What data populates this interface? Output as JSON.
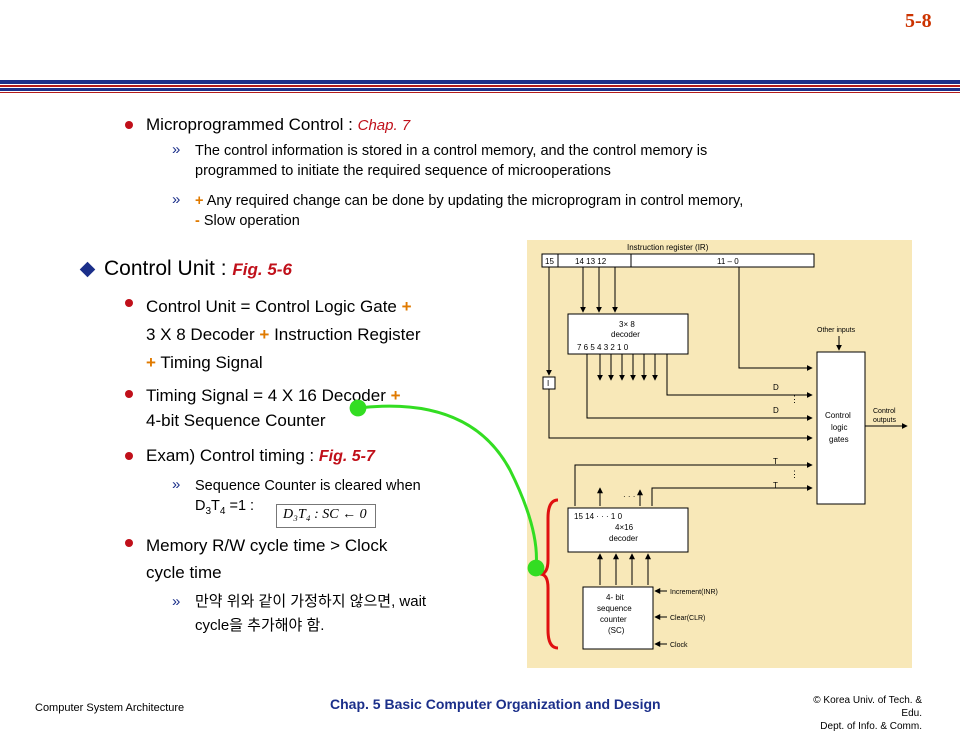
{
  "header": {
    "slide_number": "5-8"
  },
  "micro": {
    "title": "Microprogrammed Control : ",
    "ref": "Chap. 7",
    "b1_l1": "The control information is stored in a control memory, and the control memory is",
    "b1_l2": "programmed to initiate the required sequence of microoperations",
    "b2_plus": "+",
    "b2_l1": " Any required change can be done by updating the microprogram in control memory,",
    "b2_minus": "-",
    "b2_l2": " Slow operation"
  },
  "cu": {
    "title": "Control Unit : ",
    "ref": "Fig. 5-6",
    "i1_l1a": "Control Unit  =  Control Logic Gate ",
    "plus": "+",
    "i1_l2a": "3 X 8 Decoder  ",
    "i1_l2b": " Instruction Register",
    "i1_l3b": " Timing Signal",
    "i2_l1a": "Timing Signal  =  4 X 16  Decoder ",
    "i2_l2": "4-bit Sequence Counter",
    "i3_a": "Exam) Control timing : ",
    "i3_ref": "Fig. 5-7",
    "i3_sub_l1": "Sequence Counter is cleared when",
    "i3_sub_d": "D",
    "i3_sub_d_sub": "3",
    "i3_sub_t": "T",
    "i3_sub_t_sub": "4",
    "i3_sub_rest": " =1 :",
    "formula": "D₃T₄ : SC ← 0",
    "i4_l1": "Memory R/W cycle time > Clock",
    "i4_l2": "cycle time",
    "i4_sub_l1": "만약 위와 같이 가정하지 않으면, wait",
    "i4_sub_l2": "cycle을 추가해야 함."
  },
  "figure": {
    "ir_title": "Instruction register (IR)",
    "ir_15": "15",
    "ir_14_13_12": "14   13   12",
    "ir_11_0": "11 – 0",
    "dec38_l1": "3× 8",
    "dec38_l2": "decoder",
    "dec38_l3": "7  6  5  4  3  2  1  0",
    "i_box": "I",
    "d_label": "D",
    "t_label": "T",
    "other_inputs": "Other inputs",
    "clg_l1": "Control",
    "clg_l2": "logic",
    "clg_l3": "gates",
    "ctrl_out_l1": "Control",
    "ctrl_out_l2": "outputs",
    "dec416_top": "15  14   · · ·   1  0",
    "dec416_l1": "4×16",
    "dec416_l2": "decoder",
    "sc_l1": "4- bit",
    "sc_l2": "sequence",
    "sc_l3": "counter",
    "sc_l4": "(SC)",
    "inr": "Increment(INR)",
    "clr": "Clear(CLR)",
    "clock": "Clock"
  },
  "footer": {
    "left": "Computer System Architecture",
    "middle": "Chap. 5  Basic Computer Organization and Design",
    "right_l1": "© Korea Univ. of Tech. & Edu.",
    "right_l2": "Dept. of Info. & Comm."
  },
  "colors": {
    "navy": "#1b2f8a",
    "red": "#c0101a",
    "orange": "#e07a00",
    "figure_bg": "#f8e8b8",
    "arrow": "#33dd22"
  }
}
